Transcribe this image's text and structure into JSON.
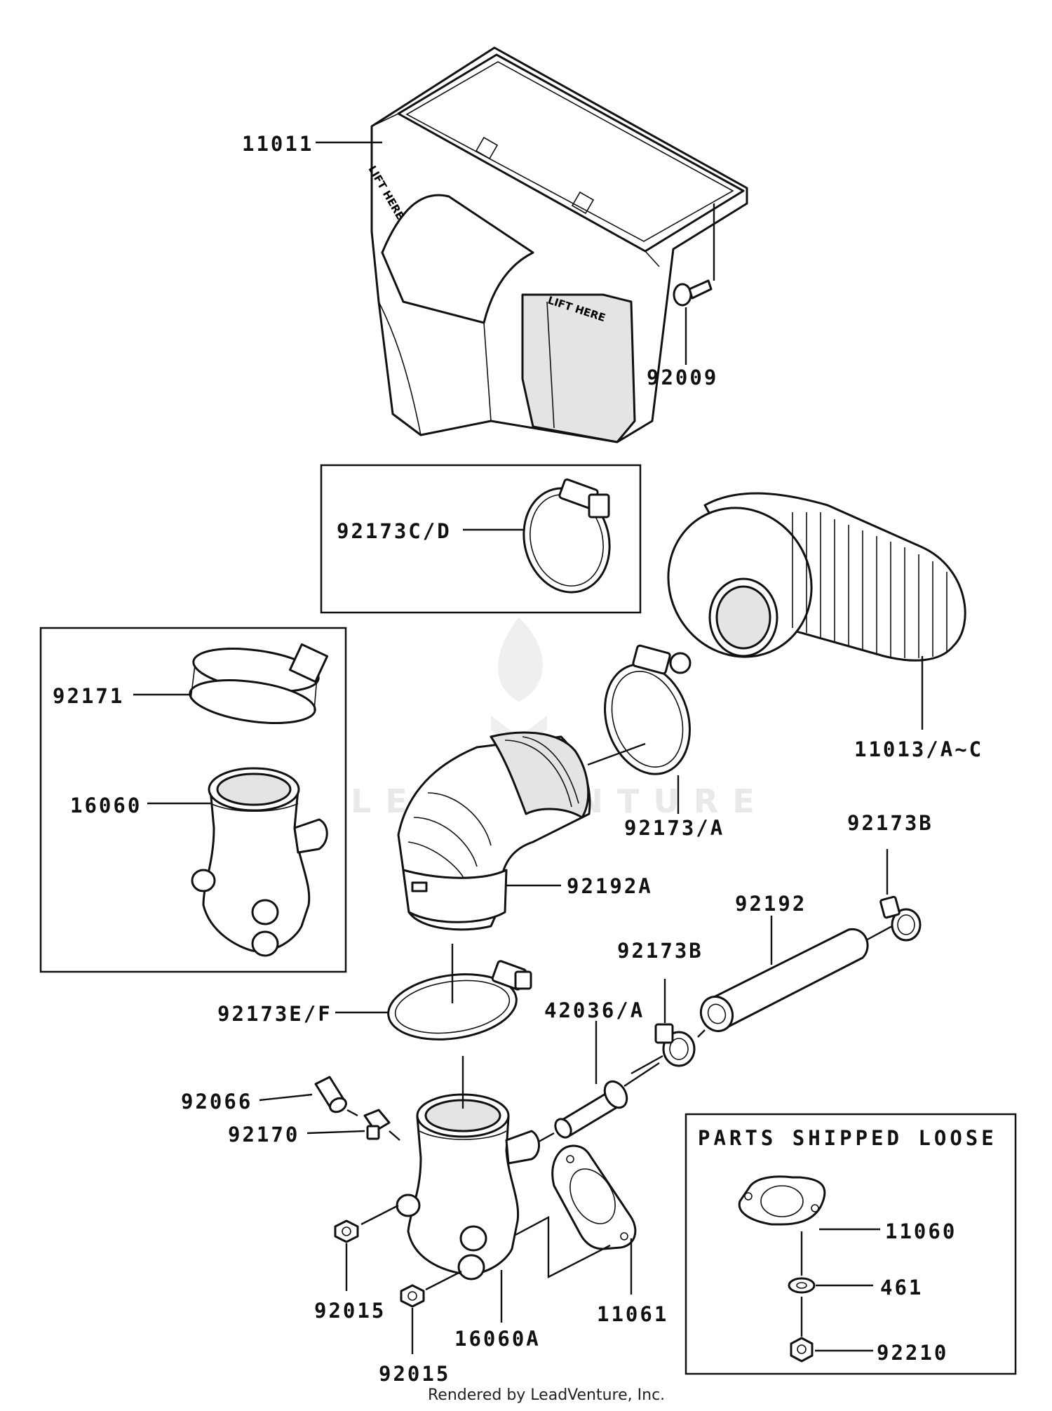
{
  "labels": {
    "p11011": "11011",
    "p92009": "92009",
    "p92173CD": "92173C/D",
    "p11013": "11013/A~C",
    "p92171": "92171",
    "p16060": "16060",
    "p92173A": "92173/A",
    "p92192A": "92192A",
    "p92173B_top": "92173B",
    "p92192": "92192",
    "p92173B_mid": "92173B",
    "p92173EF": "92173E/F",
    "p42036": "42036/A",
    "p92066": "92066",
    "p92170": "92170",
    "p92015_a": "92015",
    "p92015_b": "92015",
    "p16060A": "16060A",
    "p11061": "11061",
    "p11060": "11060",
    "p461": "461",
    "p92210": "92210"
  },
  "loose_box_title": "PARTS SHIPPED LOOSE",
  "housing_stamp": "LIFT HERE",
  "watermark": "LEADVENTURE",
  "footer": "Rendered by LeadVenture, Inc."
}
